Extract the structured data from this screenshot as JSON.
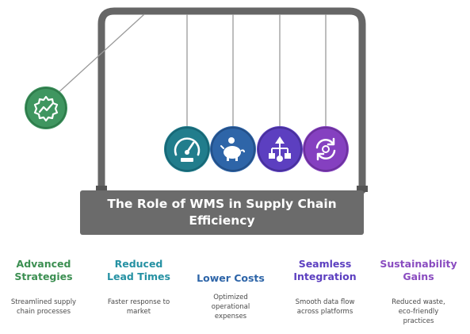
{
  "title_line1": "The Role of WMS in Supply Chain",
  "title_line2": "Efficiency",
  "colors": {
    "frame": "#666666",
    "swing_ball": "#3f9660",
    "ball_1": "#217d8c",
    "ball_2": "#2e65a8",
    "ball_3": "#5c3fc0",
    "ball_4": "#8540c0"
  },
  "balls": [
    {
      "icon": "gear-chart-icon",
      "color": "#3f9660"
    },
    {
      "icon": "speedometer-icon",
      "color": "#217d8c"
    },
    {
      "icon": "piggy-bank-icon",
      "color": "#2e65a8"
    },
    {
      "icon": "network-icon",
      "color": "#5c3fc0"
    },
    {
      "icon": "recycle-icon",
      "color": "#8540c0"
    }
  ],
  "pillars": [
    {
      "title_1": "Advanced",
      "title_2": "Strategies",
      "desc_1": "Streamlined supply",
      "desc_2": "chain processes",
      "desc_3": "",
      "color": "#3c8f52"
    },
    {
      "title_1": "Reduced",
      "title_2": "Lead Times",
      "desc_1": "Faster response to",
      "desc_2": "market",
      "desc_3": "",
      "color": "#2591a3"
    },
    {
      "title_1": "Lower Costs",
      "title_2": "",
      "desc_1": "Optimized",
      "desc_2": "operational",
      "desc_3": "expenses",
      "color": "#2e65a8"
    },
    {
      "title_1": "Seamless",
      "title_2": "Integration",
      "desc_1": "Smooth data flow",
      "desc_2": "across platforms",
      "desc_3": "",
      "color": "#5c3fc0"
    },
    {
      "title_1": "Sustainability",
      "title_2": "Gains",
      "desc_1": "Reduced waste,",
      "desc_2": "eco-friendly",
      "desc_3": "practices",
      "color": "#8a4cc0"
    }
  ]
}
